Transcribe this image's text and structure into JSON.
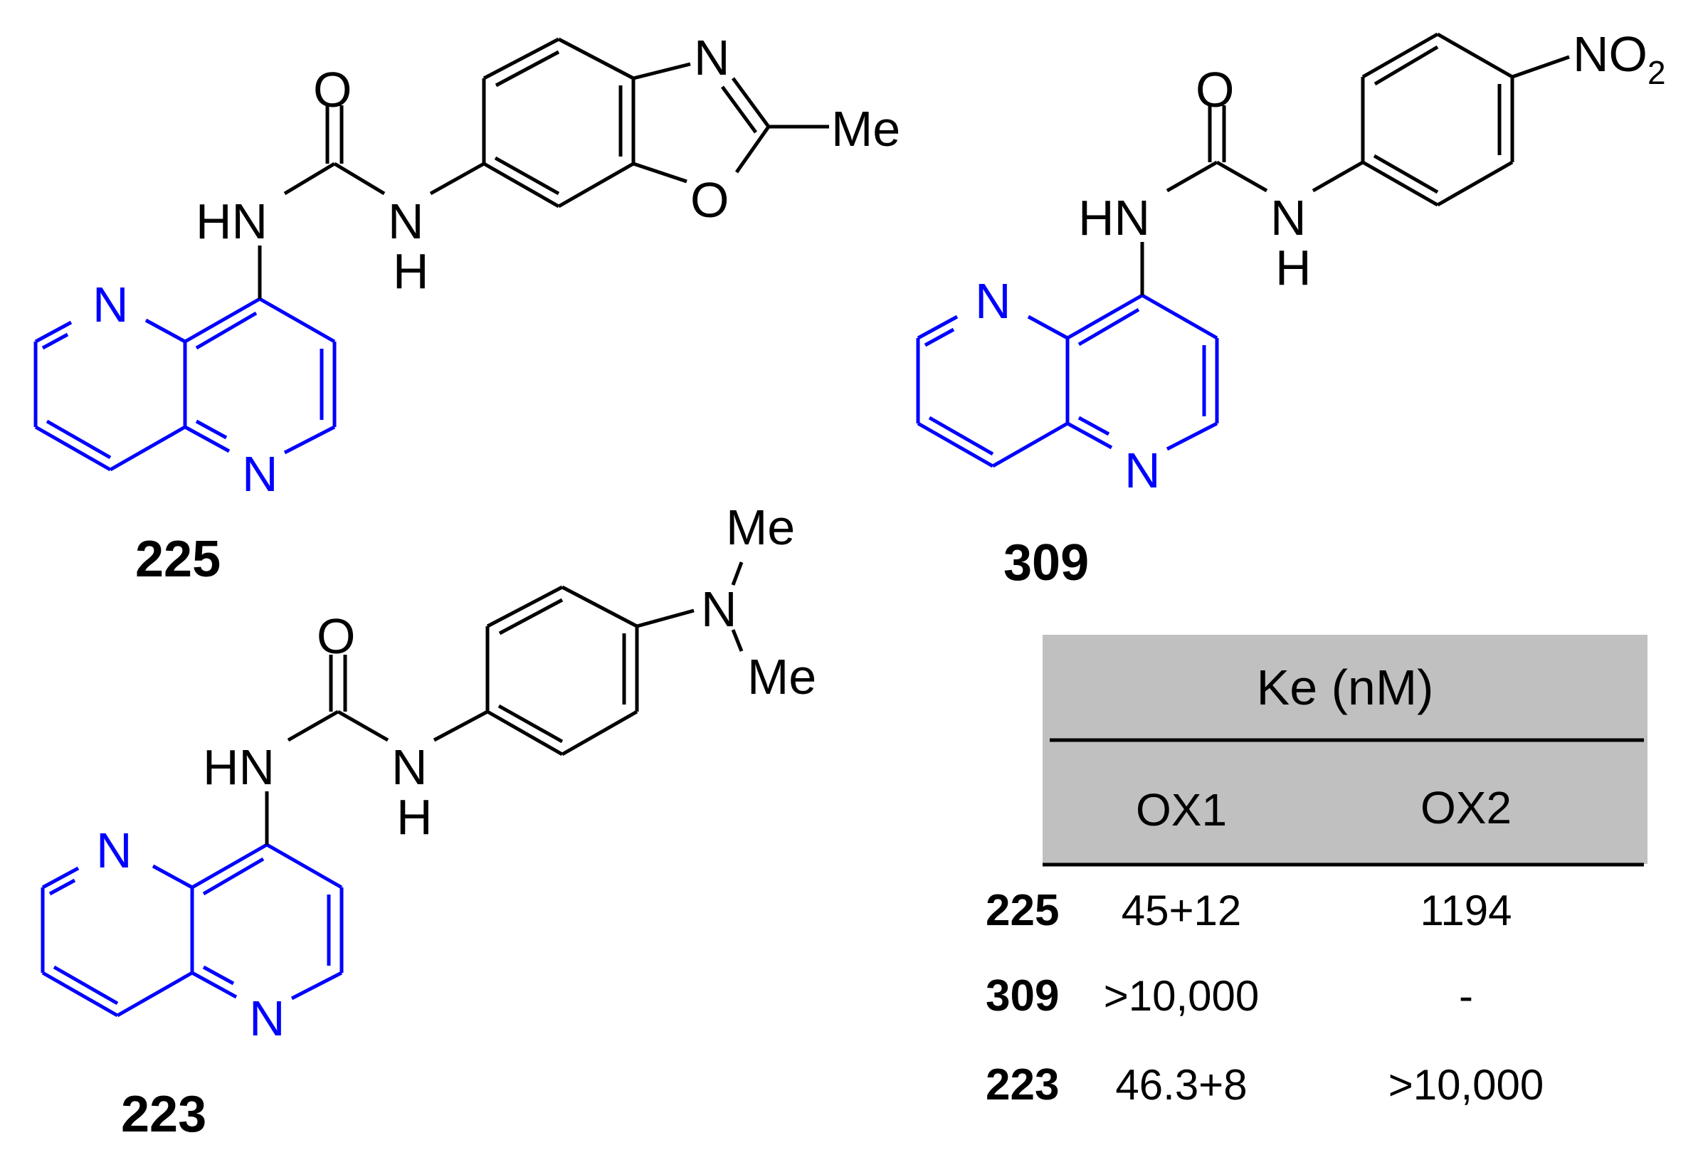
{
  "atoms": {
    "oxygen": "O",
    "nitrogen": "N",
    "hn": "HN",
    "h": "H",
    "methyl": "Me",
    "nitro_main": "NO",
    "nitro_sub": "2"
  },
  "compounds": [
    {
      "id": "225"
    },
    {
      "id": "309"
    },
    {
      "id": "223"
    }
  ],
  "table": {
    "header": "Ke (nM)",
    "columns": [
      "OX1",
      "OX2"
    ],
    "rows": [
      {
        "compound": "225",
        "ox1": "45+12",
        "ox2": "1194"
      },
      {
        "compound": "309",
        "ox1": ">10,000",
        "ox2": "-"
      },
      {
        "compound": "223",
        "ox1": "46.3+8",
        "ox2": ">10,000"
      }
    ]
  },
  "colors": {
    "scaffold": "#0000ff",
    "bonds": "#000000",
    "table_header_bg": "#c0c0c0"
  }
}
